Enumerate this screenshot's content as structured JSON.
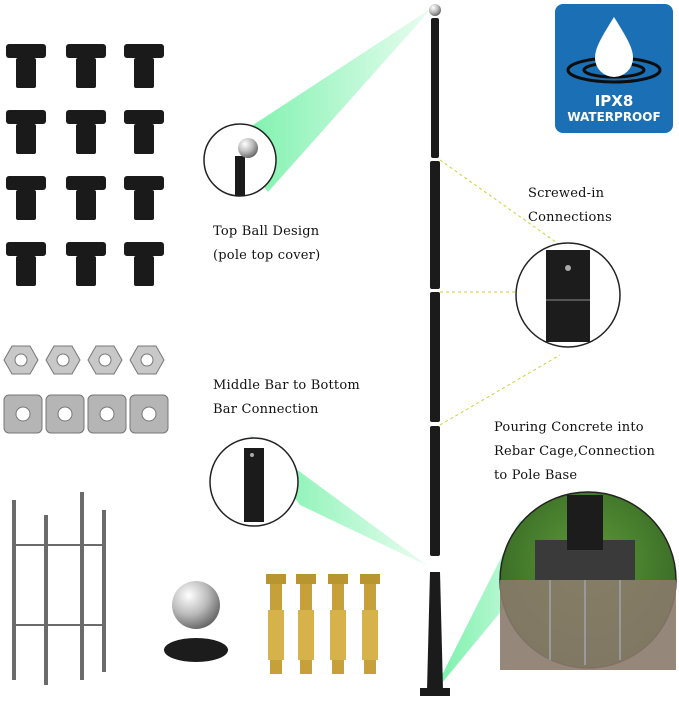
{
  "badge": {
    "line1": "IPX8",
    "line2": "WATERPROOF",
    "icon": "water-drop-icon",
    "color": "#1a6fb5"
  },
  "labels": {
    "top_ball_1": "Top Ball Design",
    "top_ball_2": "(pole top cover)",
    "screwed_1": "Screwed-in",
    "screwed_2": "Connections",
    "middle_1": "Middle Bar to Bottom",
    "middle_2": "Bar Connection",
    "concrete_1": "Pouring Concrete into",
    "concrete_2": "Rebar Cage,Connection",
    "concrete_3": "to Pole Base"
  },
  "colors": {
    "highlight": "#6ef0a3",
    "pole": "#1b1b1b"
  }
}
